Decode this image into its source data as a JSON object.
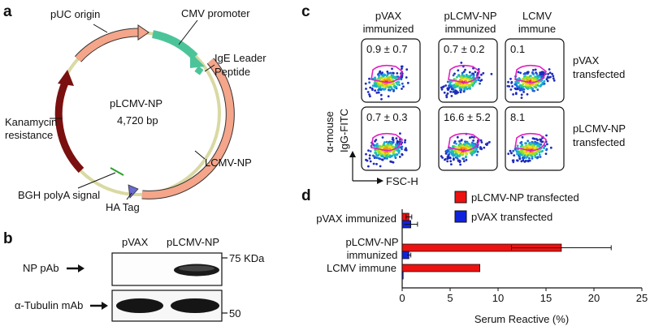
{
  "panel_a": {
    "letter": "a",
    "plasmid_name": "pLCMV-NP",
    "plasmid_size": "4,720 bp",
    "features": {
      "puc_origin": "pUC origin",
      "cmv_promoter": "CMV promoter",
      "ige_leader_line1": "IgE Leader",
      "ige_leader_line2": "Peptide",
      "lcmv_np": "LCMV-NP",
      "ha_tag": "HA Tag",
      "bgh_polya": "BGH polyA signal",
      "kanamycin_line1": "Kanamycin",
      "kanamycin_line2": "resistance"
    },
    "colors": {
      "backbone": "#d9d9a3",
      "puc": "#f4a58a",
      "cmv": "#4cc49a",
      "lcmv": "#f4a58a",
      "kan": "#7a1010",
      "bgh": "#2aa02a",
      "ha": "#6a6ad0"
    }
  },
  "panel_b": {
    "letter": "b",
    "lane_labels": [
      "pVAX",
      "pLCMV-NP"
    ],
    "row_labels": [
      "NP pAb",
      "α-Tubulin mAb"
    ],
    "markers": [
      "75 KDa",
      "50"
    ]
  },
  "panel_c": {
    "letter": "c",
    "col_headers": [
      {
        "line1": "pVAX",
        "line2": "immunized"
      },
      {
        "line1": "pLCMV-NP",
        "line2": "immunized"
      },
      {
        "line1": "LCMV",
        "line2": "immune"
      }
    ],
    "row_headers": [
      {
        "line1": "pVAX",
        "line2": "transfected"
      },
      {
        "line1": "pLCMV-NP",
        "line2": "transfected"
      }
    ],
    "values": [
      [
        "0.9 ± 0.7",
        "0.7 ± 0.2",
        "0.1"
      ],
      [
        "0.7 ± 0.3",
        "16.6 ± 5.2",
        "8.1"
      ]
    ],
    "y_axis_line1": "α-mouse",
    "y_axis_line2": "IgG-FITC",
    "x_axis": "FSC-H",
    "gate_color": "#e020c0"
  },
  "panel_d": {
    "letter": "d",
    "legend": [
      {
        "name": "pLCMV-NP transfected",
        "color": "#ee1111"
      },
      {
        "name": "pVAX transfected",
        "color": "#1122dd"
      }
    ],
    "category_labels": [
      {
        "line1": "pVAX immunized",
        "line2": ""
      },
      {
        "line1": "pLCMV-NP",
        "line2": "immunized"
      },
      {
        "line1": "LCMV immune",
        "line2": ""
      }
    ]
  },
  "chart_data": {
    "type": "bar",
    "orientation": "horizontal",
    "categories": [
      "pVAX immunized",
      "pLCMV-NP immunized",
      "LCMV immune"
    ],
    "series": [
      {
        "name": "pLCMV-NP transfected",
        "values": [
          0.7,
          16.6,
          8.1
        ],
        "errors": [
          0.3,
          5.2,
          0
        ]
      },
      {
        "name": "pVAX transfected",
        "values": [
          0.9,
          0.7,
          0.1
        ],
        "errors": [
          0.7,
          0.2,
          0
        ]
      }
    ],
    "xlabel": "Serum Reactive (%)",
    "xlim": [
      0,
      25
    ],
    "xticks": [
      0,
      5,
      10,
      15,
      20,
      25
    ],
    "grid": false
  }
}
